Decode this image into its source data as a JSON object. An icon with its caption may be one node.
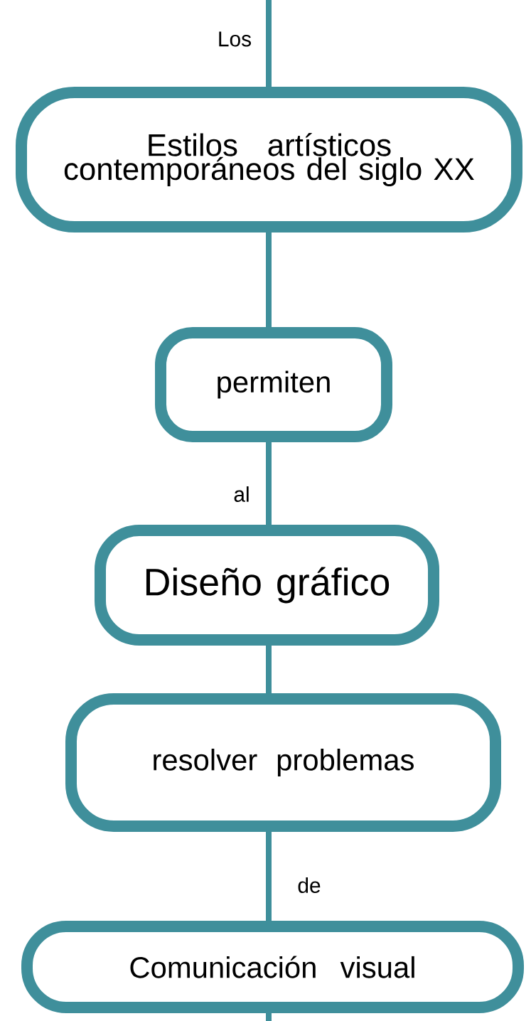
{
  "diagram": {
    "nodes": [
      {
        "text": [
          "Estilos artísticos contemporáneos del siglo XX"
        ]
      },
      {
        "text": [
          "permiten"
        ]
      },
      {
        "text": [
          "Diseño gráfico"
        ]
      },
      {
        "text": [
          "resolver problemas"
        ]
      },
      {
        "text": [
          "Comunicación visual"
        ]
      }
    ],
    "edges": [
      {
        "from": null,
        "to": 0,
        "arrow": "none",
        "label": "Los"
      },
      {
        "from": 0,
        "to": 1,
        "arrow": "none"
      },
      {
        "from": 1,
        "to": 2,
        "arrow": "none",
        "label": "al"
      },
      {
        "from": 2,
        "to": 3,
        "arrow": "none"
      },
      {
        "from": 3,
        "to": 4,
        "arrow": "none",
        "label": "de"
      },
      {
        "from": 4,
        "to": null,
        "arrow": "none"
      }
    ]
  }
}
